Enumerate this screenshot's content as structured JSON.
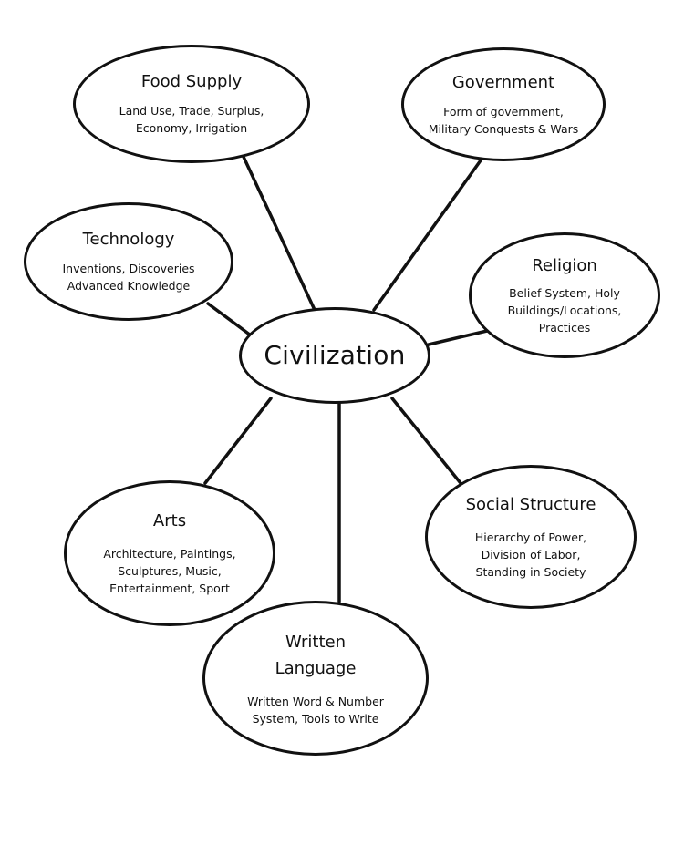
{
  "center": {
    "label": "Civilization"
  },
  "nodes": [
    {
      "key": "food",
      "title": "Food Supply",
      "detail": "Land Use, Trade, Surplus,\nEconomy, Irrigation"
    },
    {
      "key": "government",
      "title": "Government",
      "detail": "Form of government,\nMilitary Conquests & Wars"
    },
    {
      "key": "technology",
      "title": "Technology",
      "detail": "Inventions, Discoveries\nAdvanced Knowledge"
    },
    {
      "key": "religion",
      "title": "Religion",
      "detail": "Belief System, Holy\nBuildings/Locations,\nPractices"
    },
    {
      "key": "arts",
      "title": "Arts",
      "detail": "Architecture, Paintings,\nSculptures, Music,\nEntertainment, Sport"
    },
    {
      "key": "social",
      "title": "Social Structure",
      "detail": "Hierarchy of Power,\nDivision of Labor,\nStanding in Society"
    },
    {
      "key": "written",
      "title": "Written\nLanguage",
      "detail": "Written Word & Number\nSystem, Tools to Write"
    }
  ],
  "colors": {
    "line": "#111111",
    "background": "#ffffff"
  }
}
